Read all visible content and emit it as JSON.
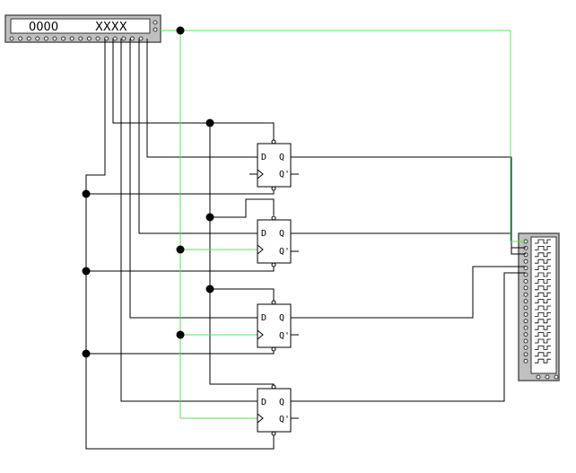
{
  "word_generator": {
    "address_display": "0000",
    "data_display": "XXXX"
  },
  "flip_flop_labels": {
    "d": "D",
    "q": "Q",
    "q_bar": "Q'"
  },
  "flip_flop_count": 4,
  "colors": {
    "wire": "#000000",
    "clock_wire": "#5be25b",
    "instrument_fill": "#c0c0c0",
    "instrument_border": "#555555",
    "display_bg": "#ffffff"
  }
}
